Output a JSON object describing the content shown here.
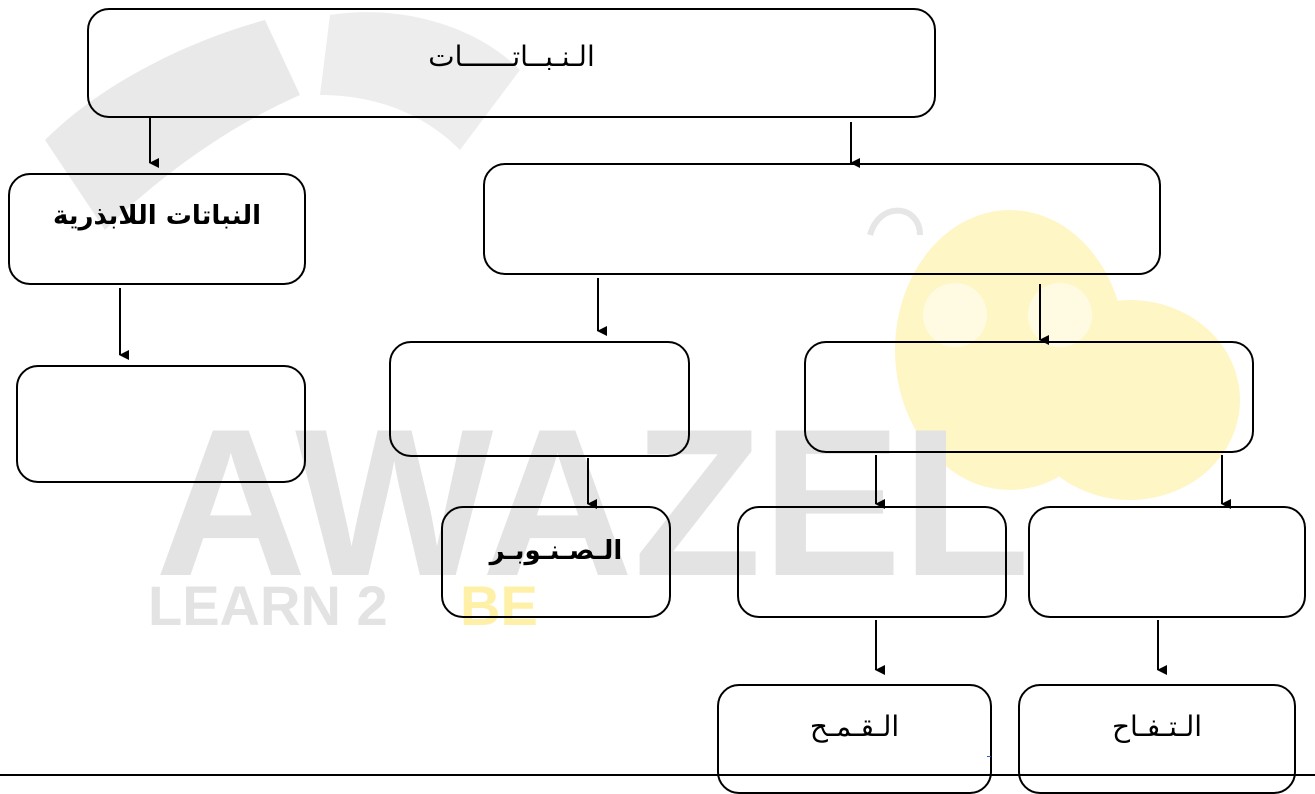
{
  "diagram": {
    "root": "الـنـبــاتــــــات",
    "seedless": "النباتات اللابذرية",
    "pine": "الـصـنـوبـر",
    "wheat": "الـقـمـح",
    "apple": "الـتـفـاح",
    "blank": ""
  },
  "watermark": {
    "line1": "AWAZEL",
    "line2_a": "LEARN 2",
    "line2_b": "BE",
    "gray": "#e3e3e3",
    "yellow": "#fff4b8"
  }
}
